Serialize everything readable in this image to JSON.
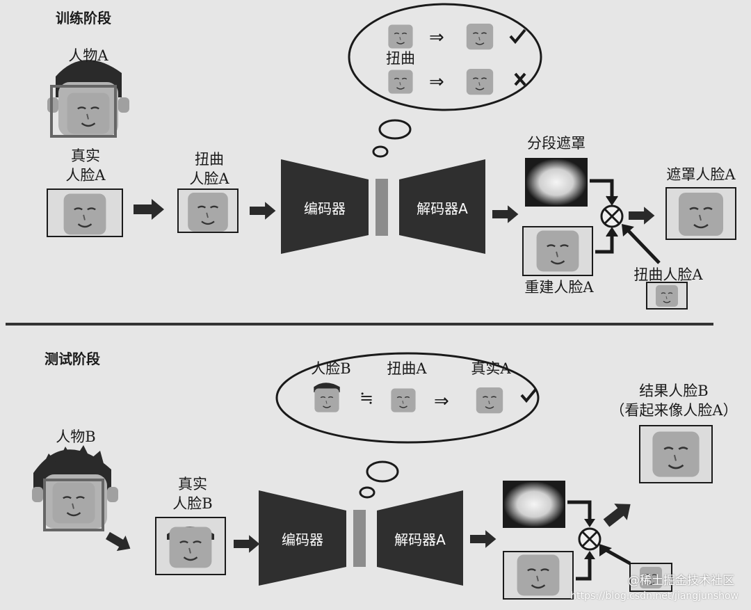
{
  "colors": {
    "background": "#e6e6e6",
    "network": "#2f2f2f",
    "bottleneck": "#8c8c8c",
    "face_fill": "#a9a9a9"
  },
  "train": {
    "title": "训练阶段",
    "person_a": "人物A",
    "real_face_a": "真实\n人脸A",
    "warped_face_a": "扭曲\n人脸A",
    "encoder": "编码器",
    "decoder_a": "解码器A",
    "segment_mask": "分段遮罩",
    "masked_face_a": "遮罩人脸A",
    "reconstructed_face_a": "重建人脸A",
    "warped_face_a_small": "扭曲人脸A",
    "bubble_warp": "扭曲",
    "check_icon": "check-icon",
    "cross_icon": "cross-icon"
  },
  "test": {
    "title": "测试阶段",
    "person_b": "人物B",
    "real_face_b": "真实\n人脸B",
    "encoder": "编码器",
    "decoder_a": "解码器A",
    "bubble_face_b": "人脸B",
    "bubble_approx": "≒",
    "bubble_warp_a": "扭曲A",
    "bubble_real_a": "真实A",
    "result_face_b": "结果人脸B\n（看起来像人脸A）"
  },
  "watermark": {
    "community": "@稀土掘金技术社区",
    "url": "https://blog.csdn.net/jiangjunshow"
  }
}
